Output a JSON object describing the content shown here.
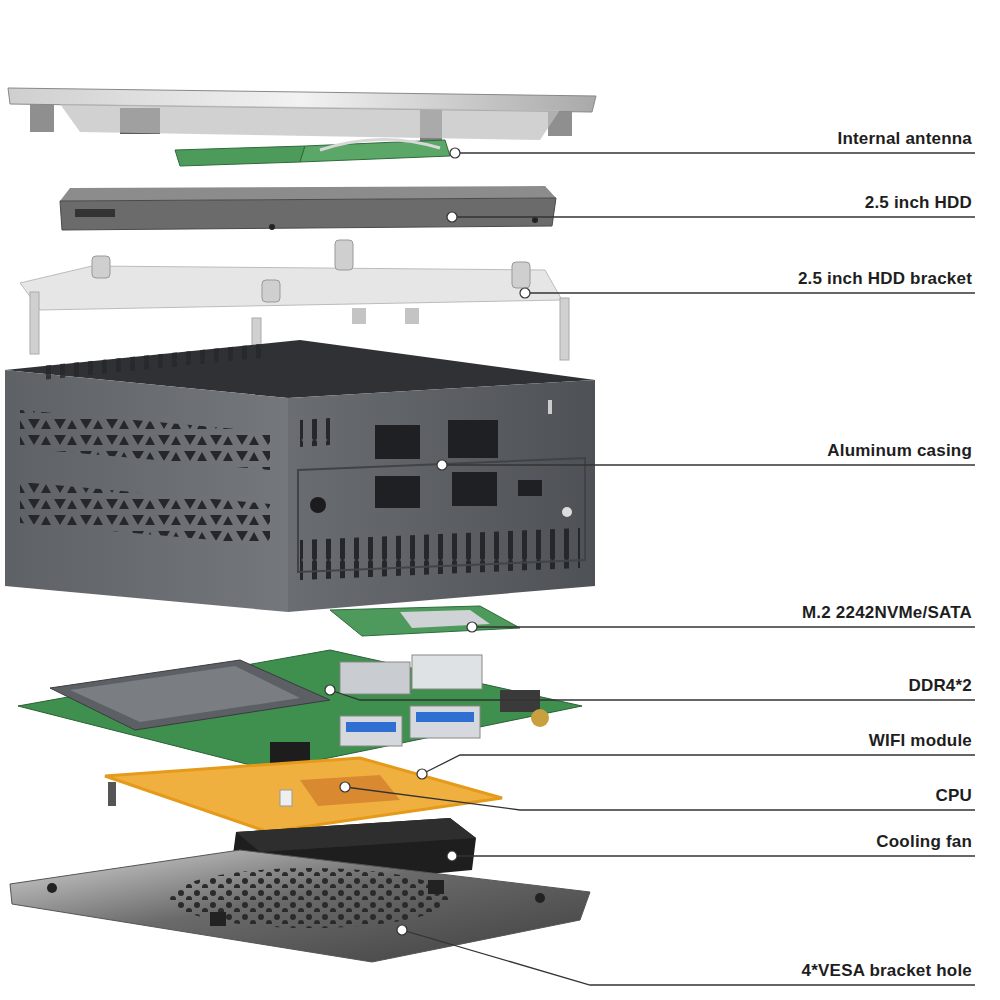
{
  "diagram": {
    "labels": [
      "Internal antenna",
      "2.5 inch HDD",
      "2.5 inch HDD bracket",
      "Aluminum casing",
      "M.2 2242NVMe/SATA",
      "DDR4*2",
      "WIFI module",
      "CPU",
      "Cooling fan",
      "4*VESA bracket hole"
    ]
  }
}
